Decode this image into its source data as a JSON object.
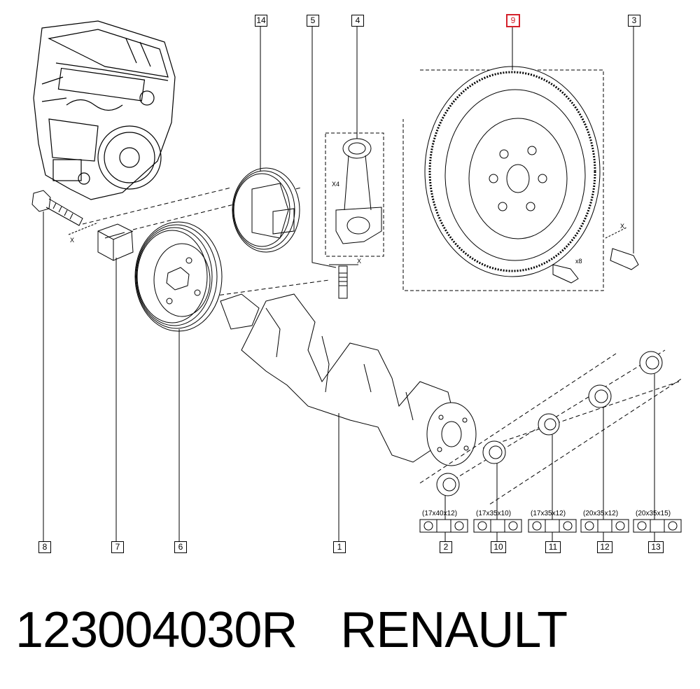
{
  "callouts": {
    "c1": "1",
    "c2": "2",
    "c3": "3",
    "c4": "4",
    "c5": "5",
    "c6": "6",
    "c7": "7",
    "c8": "8",
    "c9": "9",
    "c10": "10",
    "c11": "11",
    "c12": "12",
    "c13": "13",
    "c14": "14"
  },
  "selected_callout": "9",
  "quantities": {
    "connecting_rod": "X4",
    "flywheel_bolts": "x8",
    "bolt_x": "X",
    "rod_bolt_x": "X",
    "flywheel_x": "X"
  },
  "bearing_specs": {
    "s2": "(17x40x12)",
    "s10": "(17x35x10)",
    "s11": "(17x35x12)",
    "s12": "(20x35x12)",
    "s13": "(20x35x15)"
  },
  "footer": {
    "part_number": "123004030R",
    "brand": "RENAULT"
  },
  "colors": {
    "highlight": "#d4202a",
    "line": "#000000"
  }
}
